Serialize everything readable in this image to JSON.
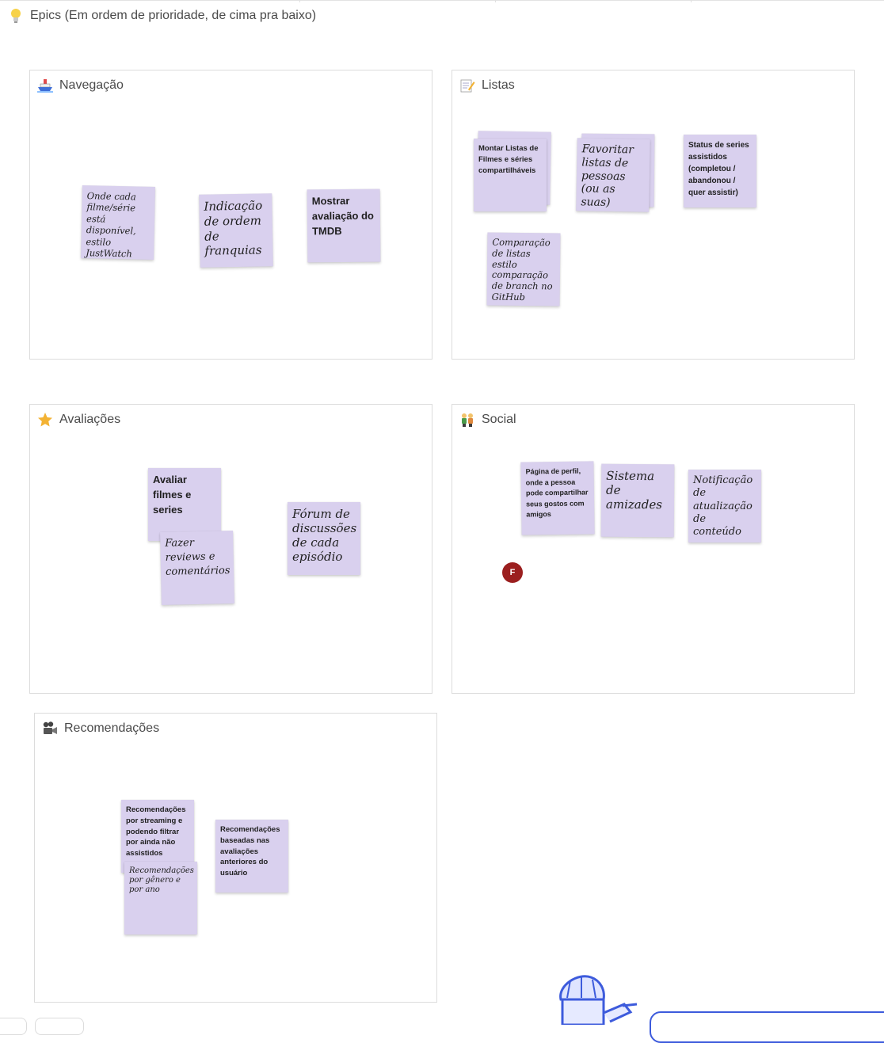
{
  "board": {
    "title": "Epics (Em ordem de prioridade, de cima pra baixo)",
    "icon": "lightbulb-icon"
  },
  "frames": {
    "navegacao": {
      "title": "Navegação",
      "icon": "ship-icon",
      "stickies": [
        "Onde cada filme/série está disponível, estilo JustWatch",
        "Indicação de ordem de franquias",
        "Mostrar avaliação do TMDB"
      ]
    },
    "listas": {
      "title": "Listas",
      "icon": "memo-icon",
      "stickies": [
        "Montar Listas de Filmes e séries compartilháveis",
        "Favoritar listas de pessoas (ou as suas)",
        "Status de series assistidos (completou / abandonou / quer assistir)",
        "Comparação de listas estilo comparação de branch no GitHub"
      ]
    },
    "avaliacoes": {
      "title": "Avaliações",
      "icon": "star-icon",
      "stickies": [
        "Avaliar filmes e series",
        "Fazer reviews e comentários",
        "Fórum de discussões de cada episódio"
      ]
    },
    "social": {
      "title": "Social",
      "icon": "people-icon",
      "stickies": [
        "Página de perfil, onde a pessoa pode compartilhar seus gostos com amigos",
        "Sistema de amizades",
        "Notificação de atualização de conteúdo"
      ]
    },
    "recomendacoes": {
      "title": "Recomendações",
      "icon": "movie-camera-icon",
      "stickies": [
        "Recomendações por streaming e podendo filtrar por ainda não assistidos",
        "Recomendações por gênero e por ano",
        "Recomendações baseadas nas avaliações anteriores do usuário"
      ]
    }
  },
  "collaborator": {
    "initial": "F",
    "color": "#9b1f1f"
  },
  "colors": {
    "sticky": "#d9d0ee",
    "frame_border": "#dcdcdc",
    "accent": "#3d5bdc"
  }
}
